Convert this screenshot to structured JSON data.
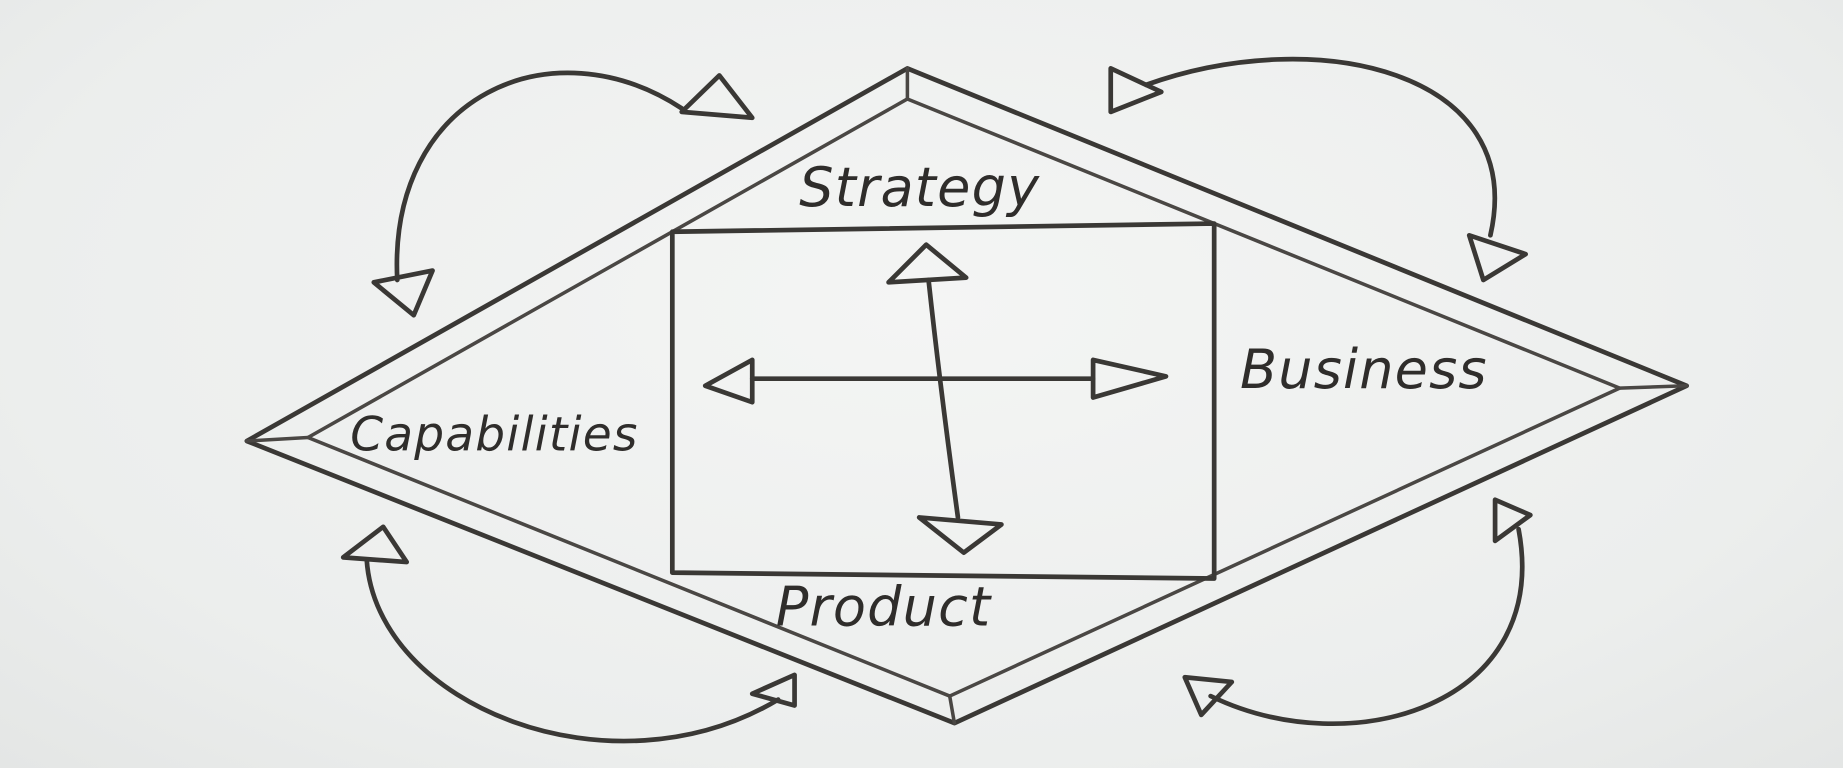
{
  "diagram": {
    "labels": {
      "top": "Strategy",
      "right": "Business",
      "left": "Capabilities",
      "bottom": "Product"
    },
    "ink_color": "#3a3835",
    "board_color": "#eef0ef"
  }
}
